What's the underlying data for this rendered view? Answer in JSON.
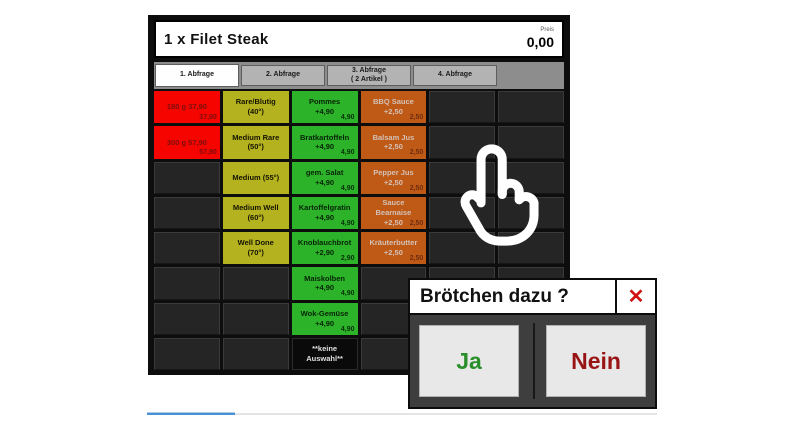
{
  "header": {
    "title": "1 x Filet Steak",
    "price_label": "Preis",
    "price_value": "0,00"
  },
  "tabs": [
    {
      "label": "1. Abfrage",
      "active": true
    },
    {
      "label": "2. Abfrage",
      "active": false
    },
    {
      "label": "3. Abfrage\n( 2 Artikel )",
      "active": false
    },
    {
      "label": "4. Abfrage",
      "active": false
    }
  ],
  "grid": {
    "columns": 6,
    "rows": 8,
    "cells": [
      {
        "type": "red",
        "label": "180 g 37,90",
        "corner": "37,90"
      },
      {
        "type": "olive",
        "label": "Rare/Blutig\n(40°)"
      },
      {
        "type": "green",
        "label": "Pommes",
        "sub": "+4,90",
        "corner": "4,90"
      },
      {
        "type": "orange",
        "label": "BBQ Sauce",
        "sub": "+2,50",
        "corner": "2,50"
      },
      {
        "type": "empty"
      },
      {
        "type": "empty"
      },
      {
        "type": "red",
        "label": "300 g 57,90",
        "corner": "57,90"
      },
      {
        "type": "olive",
        "label": "Medium Rare\n(50°)"
      },
      {
        "type": "green",
        "label": "Bratkartoffeln",
        "sub": "+4,90",
        "corner": "4,90"
      },
      {
        "type": "orange",
        "label": "Balsam Jus",
        "sub": "+2,50",
        "corner": "2,50"
      },
      {
        "type": "empty"
      },
      {
        "type": "empty"
      },
      {
        "type": "empty"
      },
      {
        "type": "olive",
        "label": "Medium  (55°)"
      },
      {
        "type": "green",
        "label": "gem. Salat",
        "sub": "+4,90",
        "corner": "4,90"
      },
      {
        "type": "orange",
        "label": "Pepper Jus",
        "sub": "+2,50",
        "corner": "2,50"
      },
      {
        "type": "empty"
      },
      {
        "type": "empty"
      },
      {
        "type": "empty"
      },
      {
        "type": "olive",
        "label": "Medium Well\n(60°)"
      },
      {
        "type": "green",
        "label": "Kartoffelgratin",
        "sub": "+4,90",
        "corner": "4,90"
      },
      {
        "type": "orange",
        "label": "Sauce\nBearnaise",
        "sub": "+2,50",
        "corner": "2,50"
      },
      {
        "type": "empty"
      },
      {
        "type": "empty"
      },
      {
        "type": "empty"
      },
      {
        "type": "olive",
        "label": "Well Done\n(70°)"
      },
      {
        "type": "green",
        "label": "Knoblauchbrot",
        "sub": "+2,90",
        "corner": "2,90"
      },
      {
        "type": "orange",
        "label": "Kräuterbutter",
        "sub": "+2,50",
        "corner": "2,50"
      },
      {
        "type": "empty"
      },
      {
        "type": "empty"
      },
      {
        "type": "empty"
      },
      {
        "type": "empty"
      },
      {
        "type": "green",
        "label": "Maiskolben",
        "sub": "+4,90",
        "corner": "4,90"
      },
      {
        "type": "empty"
      },
      {
        "type": "empty"
      },
      {
        "type": "empty"
      },
      {
        "type": "empty"
      },
      {
        "type": "empty"
      },
      {
        "type": "green",
        "label": "Wok-Gemüse",
        "sub": "+4,90",
        "corner": "4,90"
      },
      {
        "type": "empty"
      },
      {
        "type": "empty"
      },
      {
        "type": "empty"
      },
      {
        "type": "empty"
      },
      {
        "type": "empty"
      },
      {
        "type": "black",
        "label": "**keine\nAuswahl**"
      },
      {
        "type": "empty"
      },
      {
        "type": "empty"
      },
      {
        "type": "empty"
      }
    ]
  },
  "dialog": {
    "title": "Brötchen dazu ?",
    "close_label": "✕",
    "yes_label": "Ja",
    "no_label": "Nein"
  },
  "colors": {
    "red_cell": "#f50400",
    "olive_cell": "#b5b220",
    "green_cell": "#2db32a",
    "orange_cell": "#bf5a16",
    "yes_green": "#2a8f2a",
    "no_red": "#991414",
    "close_red": "#d01212",
    "progress_blue": "#4a90d5"
  }
}
